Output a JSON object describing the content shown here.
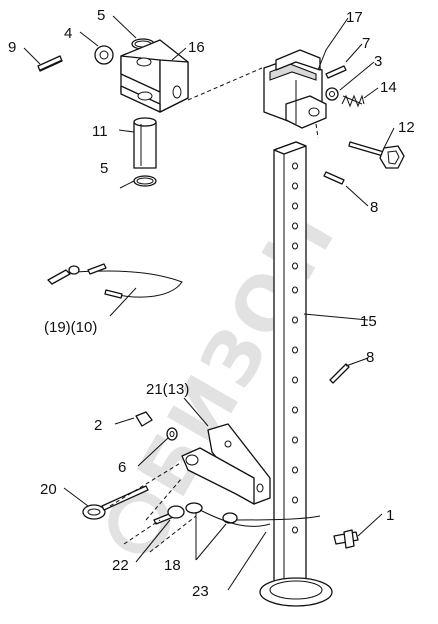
{
  "watermark": "БИЗОН",
  "labels": {
    "l1": "1",
    "l2": "2",
    "l3": "3",
    "l4": "4",
    "l5a": "5",
    "l5b": "5",
    "l6": "6",
    "l7": "7",
    "l8a": "8",
    "l8b": "8",
    "l9": "9",
    "l11": "11",
    "l12": "12",
    "l14": "14",
    "l15": "15",
    "l16": "16",
    "l17": "17",
    "l18": "18",
    "l20": "20",
    "l21": "21(13)",
    "l22": "22",
    "l23": "23",
    "l1910": "(19)(10)"
  }
}
